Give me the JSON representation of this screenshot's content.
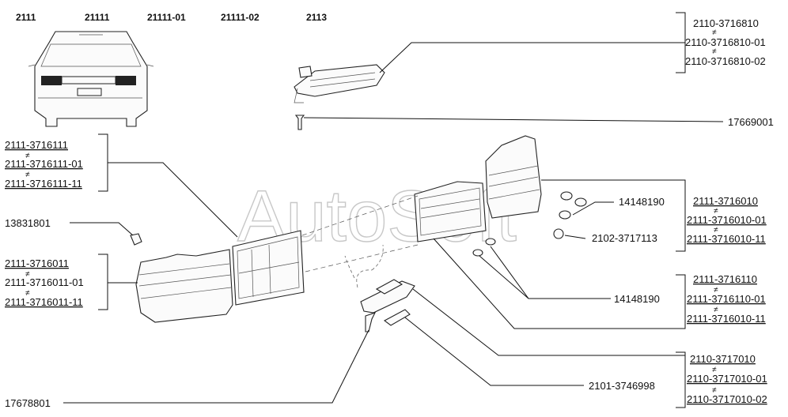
{
  "models": [
    "2111",
    "21111",
    "21111-01",
    "21111-02",
    "2113"
  ],
  "watermark": "AutoSoft",
  "tilde_mark": "≠",
  "labels": {
    "high_stop": [
      "2110-3716810",
      "2110-3716810-01",
      "2110-3716810-02"
    ],
    "screw_top": "17669001",
    "inner_lamp_left": [
      "2111-3716111",
      "2111-3716111-01",
      "2111-3716111-11"
    ],
    "nut": "13831801",
    "outer_lamp_left": [
      "2111-3716011",
      "2111-3716011-01",
      "2111-3716011-11"
    ],
    "screw_bottom": "17678801",
    "bulb_14148190_top": "14148190",
    "bulb_2102": "2102-3717113",
    "outer_lamp_right": [
      "2111-3716010",
      "2111-3716010-01",
      "2111-3716010-11"
    ],
    "bulb_14148190_mid": "14148190",
    "inner_lamp_right": [
      "2111-3716110",
      "2111-3716110-01",
      "2111-3716010-11"
    ],
    "gasket": "2101-3746998",
    "plate_lamp": [
      "2110-3717010",
      "2110-3717010-01",
      "2110-3717010-02"
    ]
  }
}
